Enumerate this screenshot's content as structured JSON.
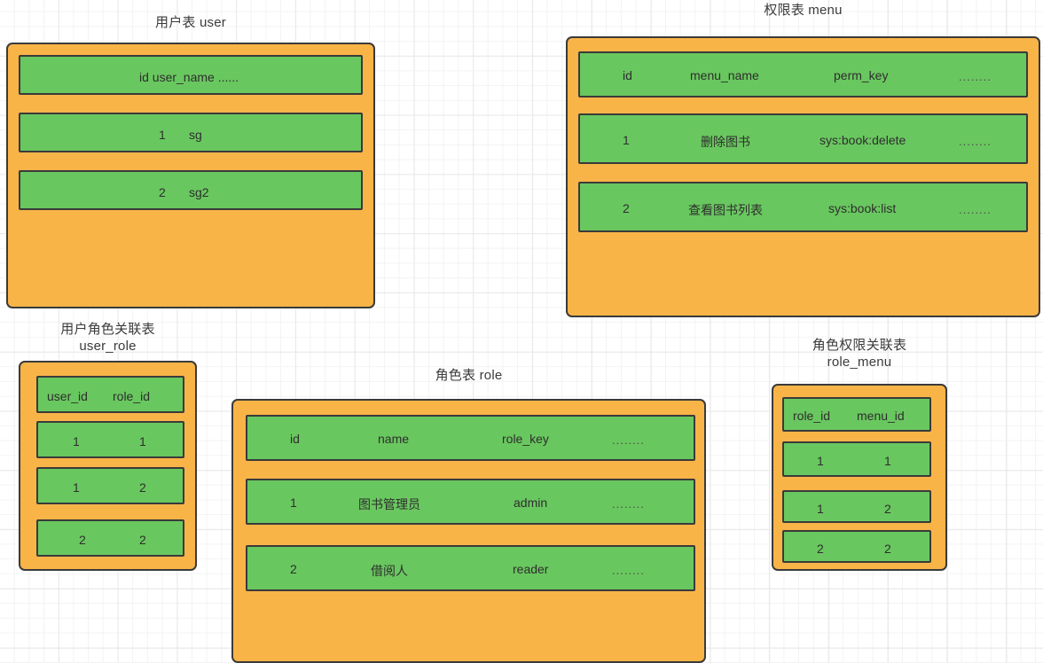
{
  "canvas": {
    "background": "#ffffff",
    "grid_minor_color": "#f3f3f3",
    "grid_major_color": "#e9e9e9",
    "table_fill": "#f9b448",
    "row_fill": "#69c75f",
    "stroke": "#3a3a3a"
  },
  "tables": [
    {
      "id": "user",
      "title": "用户表  user",
      "rows": [
        {
          "kind": "header",
          "cells": [
            "id user_name ......"
          ]
        },
        {
          "kind": "data",
          "cells": [
            "1",
            "sg"
          ]
        },
        {
          "kind": "data",
          "cells": [
            "2",
            "sg2"
          ]
        }
      ]
    },
    {
      "id": "menu",
      "title": "权限表  menu",
      "rows": [
        {
          "kind": "header",
          "cells": [
            "id",
            "menu_name",
            "perm_key",
            "........"
          ]
        },
        {
          "kind": "data",
          "cells": [
            "1",
            "删除图书",
            "sys:book:delete",
            "........"
          ]
        },
        {
          "kind": "data",
          "cells": [
            "2",
            "查看图书列表",
            "sys:book:list",
            "........"
          ]
        }
      ]
    },
    {
      "id": "user_role",
      "title": "用户角色关联表\nuser_role",
      "rows": [
        {
          "kind": "header",
          "cells": [
            "user_id",
            "role_id"
          ]
        },
        {
          "kind": "data",
          "cells": [
            "1",
            "1"
          ]
        },
        {
          "kind": "data",
          "cells": [
            "1",
            "2"
          ]
        },
        {
          "kind": "data",
          "cells": [
            "2",
            "2"
          ]
        }
      ]
    },
    {
      "id": "role",
      "title": "角色表  role",
      "rows": [
        {
          "kind": "header",
          "cells": [
            "id",
            "name",
            "role_key",
            "........"
          ]
        },
        {
          "kind": "data",
          "cells": [
            "1",
            "图书管理员",
            "admin",
            "........"
          ]
        },
        {
          "kind": "data",
          "cells": [
            "2",
            "借阅人",
            "reader",
            "........"
          ]
        }
      ]
    },
    {
      "id": "role_menu",
      "title": "角色权限关联表\nrole_menu",
      "rows": [
        {
          "kind": "header",
          "cells": [
            "role_id",
            "menu_id"
          ]
        },
        {
          "kind": "data",
          "cells": [
            "1",
            "1"
          ]
        },
        {
          "kind": "data",
          "cells": [
            "1",
            "2"
          ]
        },
        {
          "kind": "data",
          "cells": [
            "2",
            "2"
          ]
        }
      ]
    }
  ]
}
